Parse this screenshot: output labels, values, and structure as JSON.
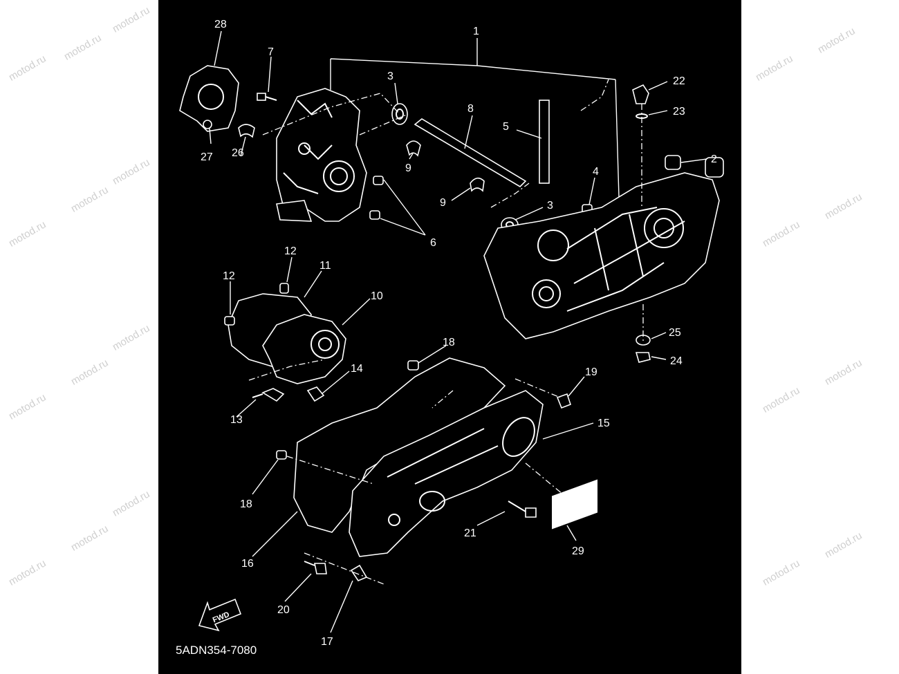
{
  "watermark": "motod.ru",
  "diagram_code": "5ADN354-7080",
  "fwd_label": "FWD",
  "labels": {
    "p1": "1",
    "p2": "2",
    "p3a": "3",
    "p3b": "3",
    "p4": "4",
    "p5": "5",
    "p6": "6",
    "p7": "7",
    "p8": "8",
    "p9a": "9",
    "p9b": "9",
    "p10": "10",
    "p11": "11",
    "p12a": "12",
    "p12b": "12",
    "p13": "13",
    "p14": "14",
    "p15": "15",
    "p16": "16",
    "p17": "17",
    "p18a": "18",
    "p18b": "18",
    "p19": "19",
    "p20": "20",
    "p21": "21",
    "p22": "22",
    "p23": "23",
    "p24": "24",
    "p25": "25",
    "p26": "26",
    "p27": "27",
    "p28": "28",
    "p29": "29"
  }
}
